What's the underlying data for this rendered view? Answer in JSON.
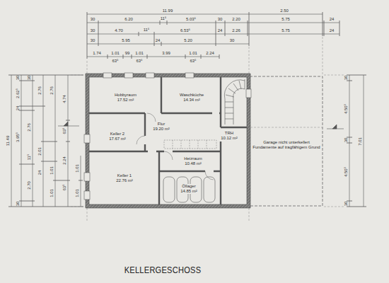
{
  "diagram": {
    "title": "KELLERGESCHOSS",
    "nodes": [
      {
        "text": [
          "Hobbyraum",
          "17.52 m²"
        ]
      },
      {
        "text": [
          "Waschküche",
          "14.34 m²"
        ]
      },
      {
        "text": [
          "Keller 2",
          "17.67 m²"
        ]
      },
      {
        "text": [
          "Flur",
          "19.20 m²"
        ]
      },
      {
        "text": [
          "TRH",
          "10.12 m²"
        ]
      },
      {
        "text": [
          "Heizraum",
          "10.48 m²"
        ]
      },
      {
        "text": [
          "Öllager",
          "14.85 m²"
        ]
      },
      {
        "text": [
          "Keller 1",
          "22.76 m²"
        ]
      },
      {
        "text": [
          "Garage nicht unterkellert",
          "Fundamente auf tragfähigem Grund"
        ]
      }
    ],
    "labels": [
      "11.99",
      "2.50",
      "30",
      "6.20",
      "11⁵",
      "5.03⁵",
      "30",
      "2.20",
      "5.75",
      "24",
      "30",
      "4.70",
      "11⁵",
      "6.53⁵",
      "24",
      "2.26",
      "5.75",
      "24",
      "30",
      "5.95",
      "24",
      "5.20",
      "30",
      "1.74",
      "1.01",
      "99",
      "1.01",
      "3.99",
      "1.01",
      "2.24",
      "63⁵",
      "63⁵",
      "63⁵",
      "11.49",
      "30",
      "2.62⁵",
      "24",
      "3.95⁵",
      "30",
      "30",
      "2.76",
      "11⁵",
      "2.70",
      "2.76",
      "2.01",
      "24",
      "2.76",
      "1.01",
      "1.01",
      "4.74",
      "63⁵",
      "2.24",
      "63⁵",
      "1.01",
      "1.01",
      "30",
      "4.50⁵",
      "30",
      "4.50⁵",
      "30",
      "7.01"
    ]
  }
}
